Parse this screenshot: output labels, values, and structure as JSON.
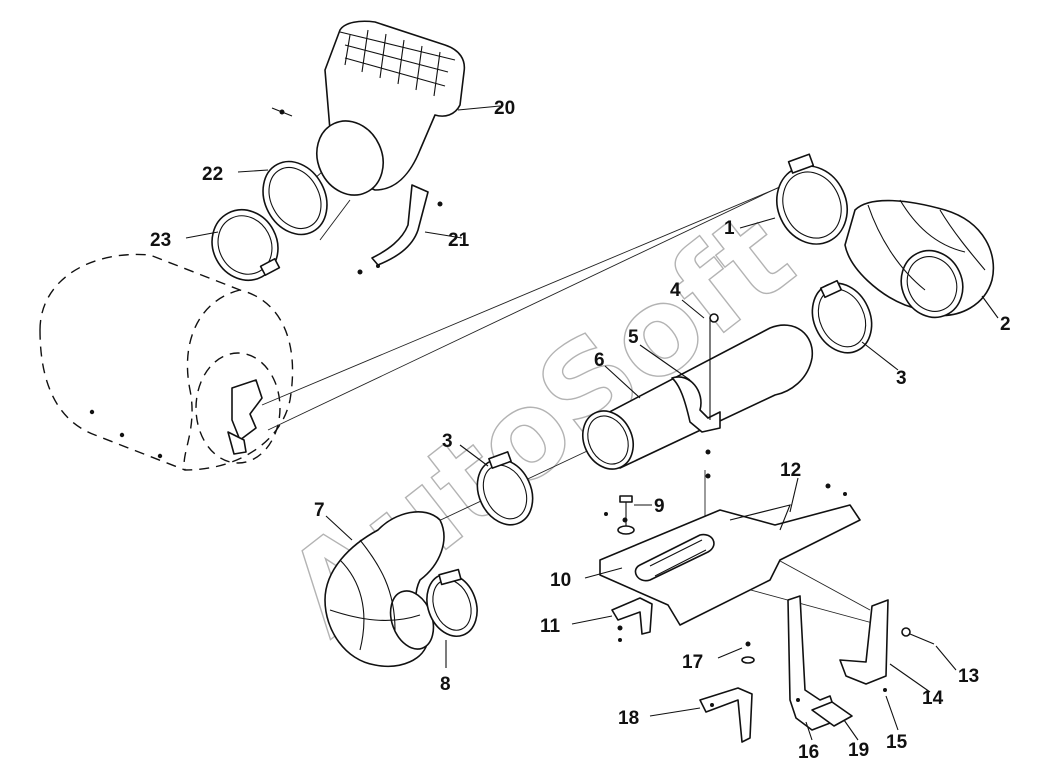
{
  "watermark": "AutoSoft",
  "callouts": [
    {
      "id": "c1",
      "label": "1"
    },
    {
      "id": "c2",
      "label": "2"
    },
    {
      "id": "c3a",
      "label": "3"
    },
    {
      "id": "c3b",
      "label": "3"
    },
    {
      "id": "c4",
      "label": "4"
    },
    {
      "id": "c5",
      "label": "5"
    },
    {
      "id": "c6",
      "label": "6"
    },
    {
      "id": "c7",
      "label": "7"
    },
    {
      "id": "c8",
      "label": "8"
    },
    {
      "id": "c9",
      "label": "9"
    },
    {
      "id": "c10",
      "label": "10"
    },
    {
      "id": "c11",
      "label": "11"
    },
    {
      "id": "c12",
      "label": "12"
    },
    {
      "id": "c13",
      "label": "13"
    },
    {
      "id": "c14",
      "label": "14"
    },
    {
      "id": "c15",
      "label": "15"
    },
    {
      "id": "c16",
      "label": "16"
    },
    {
      "id": "c17",
      "label": "17"
    },
    {
      "id": "c18",
      "label": "18"
    },
    {
      "id": "c19",
      "label": "19"
    },
    {
      "id": "c20",
      "label": "20"
    },
    {
      "id": "c21",
      "label": "21"
    },
    {
      "id": "c22",
      "label": "22"
    },
    {
      "id": "c23",
      "label": "23"
    }
  ]
}
